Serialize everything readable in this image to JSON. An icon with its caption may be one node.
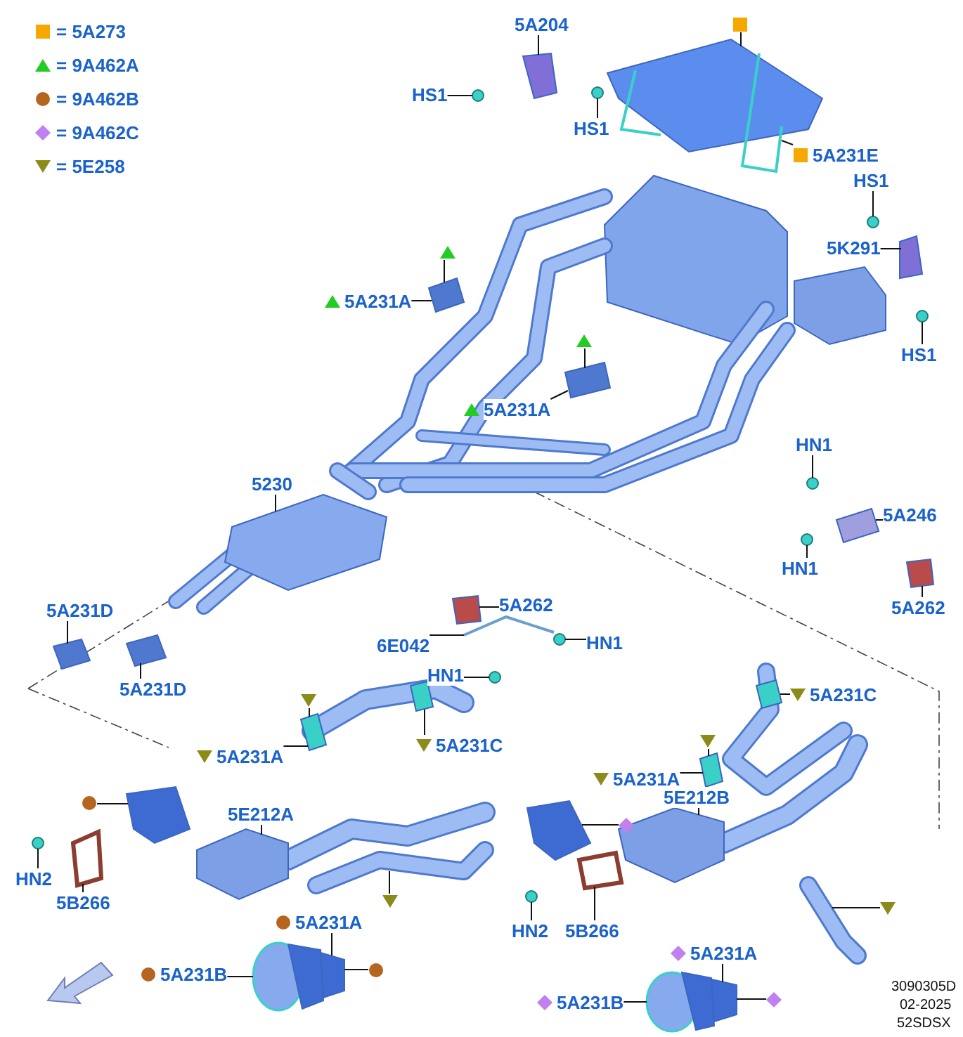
{
  "diagram": {
    "nodes": [
      {
        "text": [
          "5A204"
        ]
      },
      {
        "text": [],
        "shape": "box"
      },
      {
        "text": [
          "HS1"
        ]
      },
      {
        "text": [
          "HS1"
        ]
      },
      {
        "text": [
          "5A231E"
        ]
      },
      {
        "text": [
          "HS1"
        ]
      },
      {
        "text": [
          "5K291"
        ]
      },
      {
        "text": [],
        "shape": "triangle"
      },
      {
        "text": [
          "5A231A"
        ]
      },
      {
        "text": [
          "HS1"
        ]
      },
      {
        "text": [],
        "shape": "triangle"
      },
      {
        "text": [
          "5A231A"
        ]
      },
      {
        "text": [
          "HN1"
        ]
      },
      {
        "text": [
          "5230"
        ]
      },
      {
        "text": [
          "5A246"
        ]
      },
      {
        "text": [
          "HN1"
        ]
      },
      {
        "text": [
          "5A262"
        ]
      },
      {
        "text": [
          "5A231D"
        ]
      },
      {
        "text": [
          "5A262"
        ]
      },
      {
        "text": [
          "6E042"
        ]
      },
      {
        "text": [
          "HN1"
        ]
      },
      {
        "text": [
          "HN1"
        ]
      },
      {
        "text": [
          "5A231D"
        ]
      },
      {
        "text": [
          "5A231C"
        ]
      },
      {
        "text": [],
        "shape": "triangle"
      },
      {
        "text": [],
        "shape": "triangle"
      },
      {
        "text": [
          "5A231C"
        ]
      },
      {
        "text": [
          "5A231A"
        ]
      },
      {
        "text": [
          "5A231A"
        ]
      },
      {
        "text": [],
        "shape": "circle"
      },
      {
        "text": [
          "5E212A"
        ]
      },
      {
        "text": [],
        "shape": "diamond"
      },
      {
        "text": [
          "5E212B"
        ]
      },
      {
        "text": [
          "HN2"
        ]
      },
      {
        "text": [
          "5B266"
        ]
      },
      {
        "text": [],
        "shape": "triangle"
      },
      {
        "text": [],
        "shape": "triangle"
      },
      {
        "text": [
          "HN2"
        ]
      },
      {
        "text": [
          "5B266"
        ]
      },
      {
        "text": [
          "5A231A"
        ]
      },
      {
        "text": [],
        "shape": "circle"
      },
      {
        "text": [
          "5A231B"
        ]
      },
      {
        "text": [
          "5A231A"
        ]
      },
      {
        "text": [],
        "shape": "diamond"
      },
      {
        "text": [
          "5A231B"
        ]
      },
      {
        "text": [],
        "shape": "picture"
      },
      {
        "text": [],
        "shape": "picture"
      },
      {
        "text": [],
        "shape": "circle"
      },
      {
        "text": [],
        "shape": "circle"
      },
      {
        "text": [],
        "shape": "circle"
      },
      {
        "text": [],
        "shape": "box"
      },
      {
        "text": [],
        "shape": "picture"
      },
      {
        "text": [],
        "shape": "circle"
      },
      {
        "text": [],
        "shape": "picture"
      },
      {
        "text": [],
        "shape": "circle"
      },
      {
        "text": [],
        "shape": "picture"
      },
      {
        "text": [],
        "shape": "picture"
      },
      {
        "text": [],
        "shape": "circle"
      },
      {
        "text": [],
        "shape": "picture"
      },
      {
        "text": [],
        "shape": "picture"
      },
      {
        "text": [],
        "shape": "picture"
      },
      {
        "text": [],
        "shape": "picture"
      },
      {
        "text": [],
        "shape": "circle"
      },
      {
        "text": [],
        "shape": "picture"
      },
      {
        "text": [],
        "shape": "circle"
      },
      {
        "text": [],
        "shape": "picture"
      },
      {
        "text": [],
        "shape": "picture"
      },
      {
        "text": [],
        "shape": "picture"
      },
      {
        "text": [],
        "shape": "picture"
      },
      {
        "text": [],
        "shape": "picture"
      },
      {
        "text": [],
        "shape": "picture"
      },
      {
        "text": [],
        "shape": "picture"
      },
      {
        "text": [],
        "shape": "picture"
      },
      {
        "text": [],
        "shape": "circle"
      },
      {
        "text": [],
        "shape": "picture"
      },
      {
        "text": [],
        "shape": "picture"
      },
      {
        "text": [],
        "shape": "picture"
      },
      {
        "text": [],
        "shape": "circle"
      },
      {
        "text": [],
        "shape": "picture"
      },
      {
        "text": [],
        "shape": "picture"
      },
      {
        "text": [],
        "shape": "cylinder"
      },
      {
        "text": [],
        "shape": "picture"
      },
      {
        "text": [],
        "shape": "cylinder"
      }
    ],
    "edges": [
      {
        "from": 0,
        "to": 46,
        "arrow": "none"
      },
      {
        "from": 1,
        "to": 45,
        "arrow": "none"
      },
      {
        "from": 2,
        "to": 47,
        "arrow": "none"
      },
      {
        "from": 3,
        "to": 48,
        "arrow": "none"
      },
      {
        "from": 4,
        "to": 45,
        "arrow": "none"
      },
      {
        "from": 5,
        "to": 49,
        "arrow": "none"
      },
      {
        "from": 6,
        "to": 50,
        "arrow": "none"
      },
      {
        "from": 7,
        "to": 51,
        "arrow": "none"
      },
      {
        "from": 8,
        "to": 51,
        "arrow": "none"
      },
      {
        "from": 9,
        "to": 52,
        "arrow": "none"
      },
      {
        "from": 10,
        "to": 53,
        "arrow": "none"
      },
      {
        "from": 11,
        "to": 53,
        "arrow": "none"
      },
      {
        "from": 12,
        "to": 54,
        "arrow": "none"
      },
      {
        "from": 13,
        "to": 55,
        "arrow": "none"
      },
      {
        "from": 14,
        "to": 56,
        "arrow": "none"
      },
      {
        "from": 15,
        "to": 57,
        "arrow": "none"
      },
      {
        "from": 16,
        "to": 58,
        "arrow": "none"
      },
      {
        "from": 17,
        "to": 60,
        "arrow": "none"
      },
      {
        "from": 18,
        "to": 59,
        "arrow": "none"
      },
      {
        "from": 19,
        "to": 61,
        "arrow": "none"
      },
      {
        "from": 20,
        "to": 62,
        "arrow": "none"
      },
      {
        "from": 21,
        "to": 64,
        "arrow": "none"
      },
      {
        "from": 22,
        "to": 63,
        "arrow": "none"
      },
      {
        "from": 23,
        "to": 65,
        "arrow": "none"
      },
      {
        "from": 24,
        "to": 67,
        "arrow": "none"
      },
      {
        "from": 25,
        "to": 68,
        "arrow": "none"
      },
      {
        "from": 26,
        "to": 66,
        "arrow": "none"
      },
      {
        "from": 27,
        "to": 67,
        "arrow": "none"
      },
      {
        "from": 28,
        "to": 68,
        "arrow": "none"
      },
      {
        "from": 29,
        "to": 69,
        "arrow": "none"
      },
      {
        "from": 30,
        "to": 71,
        "arrow": "none"
      },
      {
        "from": 31,
        "to": 70,
        "arrow": "none"
      },
      {
        "from": 32,
        "to": 72,
        "arrow": "none"
      },
      {
        "from": 33,
        "to": 73,
        "arrow": "none"
      },
      {
        "from": 34,
        "to": 74,
        "arrow": "none"
      },
      {
        "from": 35,
        "to": 76,
        "arrow": "none"
      },
      {
        "from": 36,
        "to": 78,
        "arrow": "none"
      },
      {
        "from": 37,
        "to": 77,
        "arrow": "none"
      },
      {
        "from": 38,
        "to": 75,
        "arrow": "none"
      },
      {
        "from": 39,
        "to": 79,
        "arrow": "none"
      },
      {
        "from": 40,
        "to": 79,
        "arrow": "none"
      },
      {
        "from": 41,
        "to": 80,
        "arrow": "none"
      },
      {
        "from": 42,
        "to": 81,
        "arrow": "none"
      },
      {
        "from": 43,
        "to": 81,
        "arrow": "none"
      },
      {
        "from": 44,
        "to": 82,
        "arrow": "none"
      }
    ],
    "labels": [
      "3090305D",
      "02-2025",
      "52SDSX"
    ],
    "legend": [
      {
        "text": "= 5A273",
        "color": "#f5a800"
      },
      {
        "text": "= 9A462A",
        "color": "#22cc22"
      },
      {
        "text": "= 9A462B",
        "color": "#b5651d"
      },
      {
        "text": "= 9A462C",
        "color": "#c080f0"
      },
      {
        "text": "= 5E258",
        "color": "#8b8b1a"
      }
    ]
  }
}
